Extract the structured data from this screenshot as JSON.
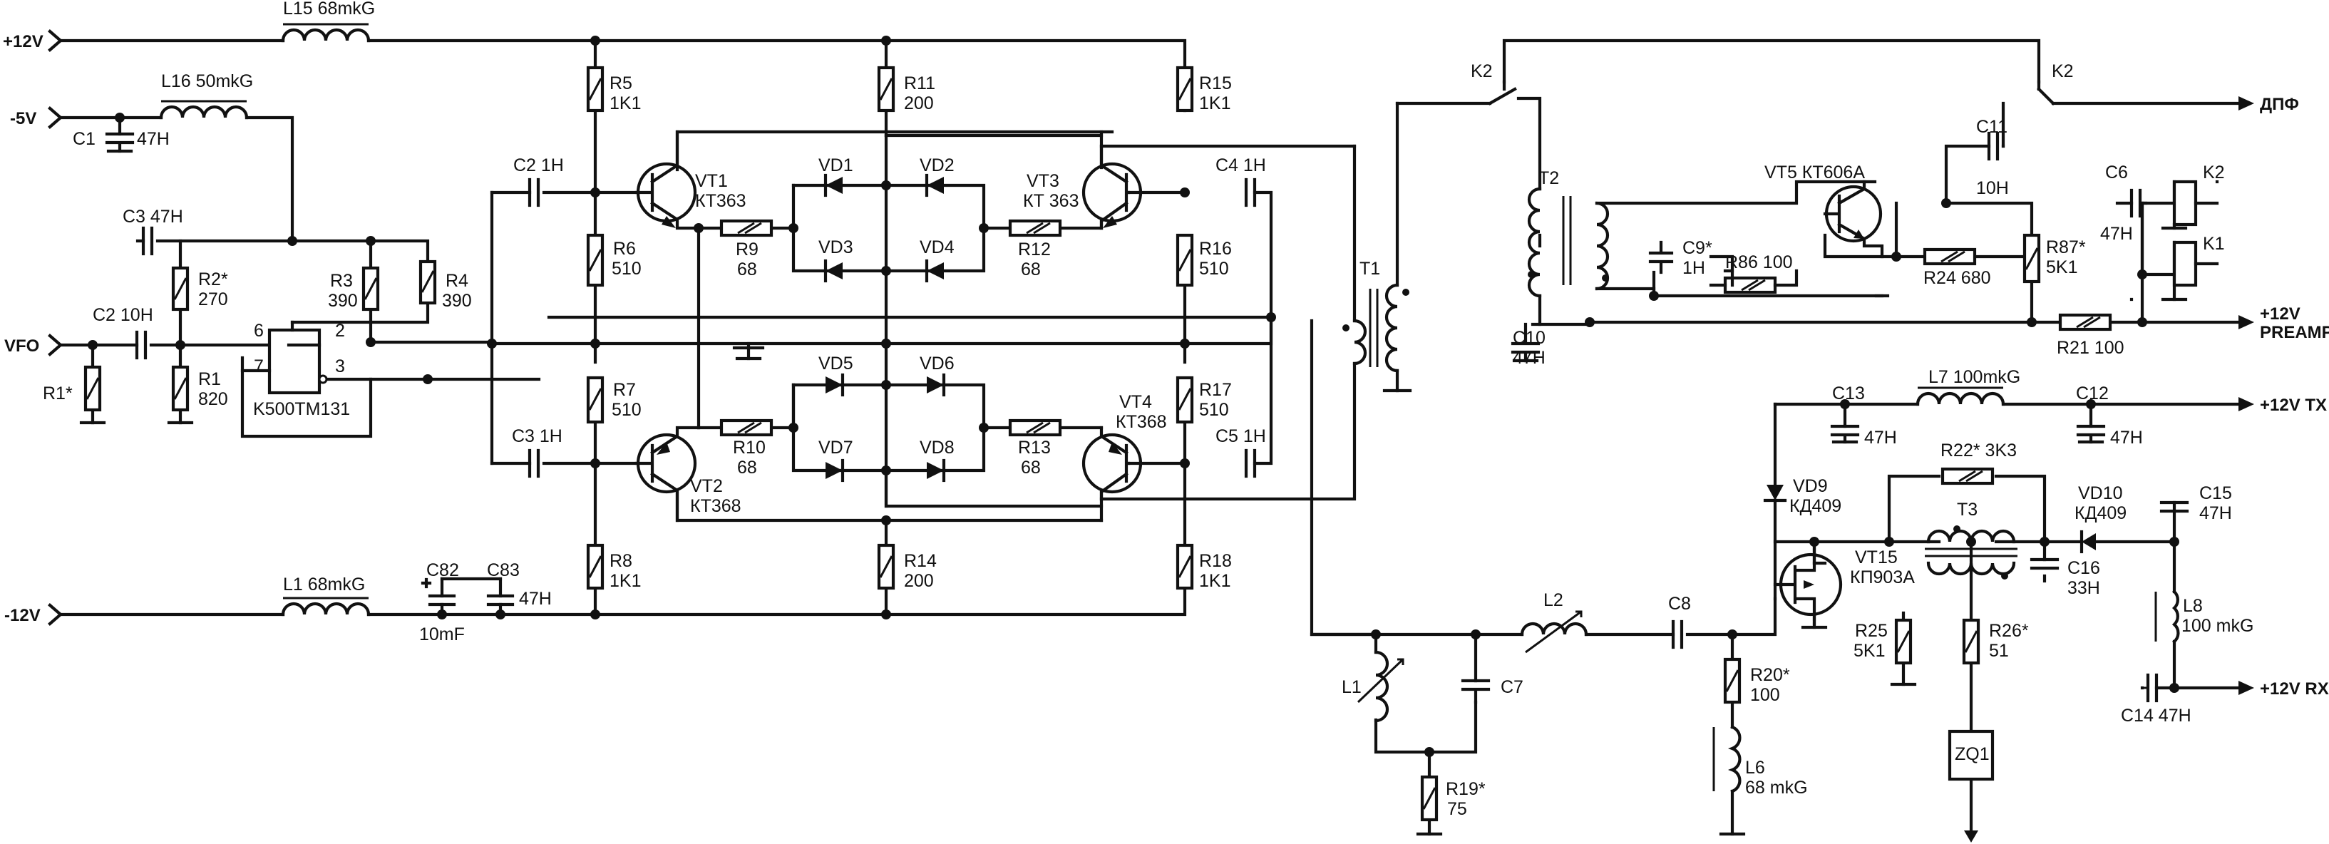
{
  "signals": {
    "plus12v": "+12V",
    "minus5v": "-5V",
    "vfo": "VFO",
    "minus12v": "-12V",
    "dpf": "ДПФ",
    "preamp_1": "+12V",
    "preamp_2": "PREAMP",
    "tx": "+12V TX",
    "rx": "+12V RX"
  },
  "labels": {
    "l15": "L15  68mkG",
    "l16": "L16  50mkG",
    "c1": "C1",
    "c1v": "47Н",
    "c3a": "C3  47Н",
    "r2": "R2*",
    "r2v": "270",
    "c2a": "C2  10Н",
    "r1": "R1",
    "r1v": "820",
    "r1s": "R1*",
    "ic_p6": "6",
    "ic_p2": "2",
    "ic_p7": "7",
    "ic_p3": "3",
    "ic": "K500TM131",
    "r3": "R3",
    "r3v": "390",
    "r4": "R4",
    "r4v": "390",
    "r5": "R5",
    "r5v": "1K1",
    "r6": "R6",
    "r6v": "510",
    "r7": "R7",
    "r7v": "510",
    "r8": "R8",
    "r8v": "1K1",
    "c2b": "C2  1Н",
    "c3b": "C3  1Н",
    "c82": "C82",
    "c82v": "10mF",
    "c83": "C83",
    "c83v": "47Н",
    "l1a": "L1  68mkG",
    "minus12": "-12V",
    "vt1": "VT1",
    "vt1t": "КТ363",
    "vt2": "VT2",
    "vt2t": "КТ368",
    "vt3": "VT3",
    "vt3t": "КТ 363",
    "vt4": "VT4",
    "vt4t": "КТ368",
    "r9": "R9",
    "r9v": "68",
    "r10": "R10",
    "r10v": "68",
    "r12": "R12",
    "r12v": "68",
    "r13": "R13",
    "r13v": "68",
    "r11": "R11",
    "r11v": "200",
    "r14": "R14",
    "r14v": "200",
    "vd1": "VD1",
    "vd2": "VD2",
    "vd3": "VD3",
    "vd4": "VD4",
    "vd5": "VD5",
    "vd6": "VD6",
    "vd7": "VD7",
    "vd8": "VD8",
    "r15": "R15",
    "r15v": "1K1",
    "r16": "R16",
    "r16v": "510",
    "r17": "R17",
    "r17v": "510",
    "r18": "R18",
    "r18v": "1K1",
    "c4": "C4  1Н",
    "c5": "C5  1Н",
    "t1": "T1",
    "t2": "T2",
    "k2a": "K2",
    "k2b": "K2",
    "vt5": "VT5  КТ606А",
    "c9": "C9*",
    "c9v": "1Н",
    "r86": "R86  100",
    "c10": "C10",
    "c10v": "47Н",
    "c11": "C11",
    "c11v": "10Н",
    "r24": "R24  680",
    "r87": "R87*",
    "r87v": "5K1",
    "c6": "C6",
    "c6v": "47Н",
    "k2c": "K2",
    "k1": "K1",
    "r21": "R21  100",
    "c13": "C13",
    "c13v": "47Н",
    "l7": "L7  100mkG",
    "c12": "C12",
    "c12v": "47Н",
    "vd9": "VD9",
    "vd9t": "КД409",
    "r22": "R22* 3K3",
    "t3": "T3",
    "vd10": "VD10",
    "vd10t": "КД409",
    "c15": "C15",
    "c15v": "47Н",
    "vt15": "VT15",
    "vt15t": "КП903А",
    "c16": "C16",
    "c16v": "33Н",
    "r25": "R25",
    "r25v": "5K1",
    "r26": "R26*",
    "r26v": "51",
    "l8": "L8",
    "l8v": "100 mkG",
    "c14": "C14  47Н",
    "l2": "L2",
    "c8": "C8",
    "r20": "R20*",
    "r20v": "100",
    "l1b": "L1",
    "c7": "C7",
    "l6": "L6",
    "l6v": "68 mkG",
    "r19": "R19*",
    "r19v": "75",
    "zq1": "ZQ1"
  }
}
